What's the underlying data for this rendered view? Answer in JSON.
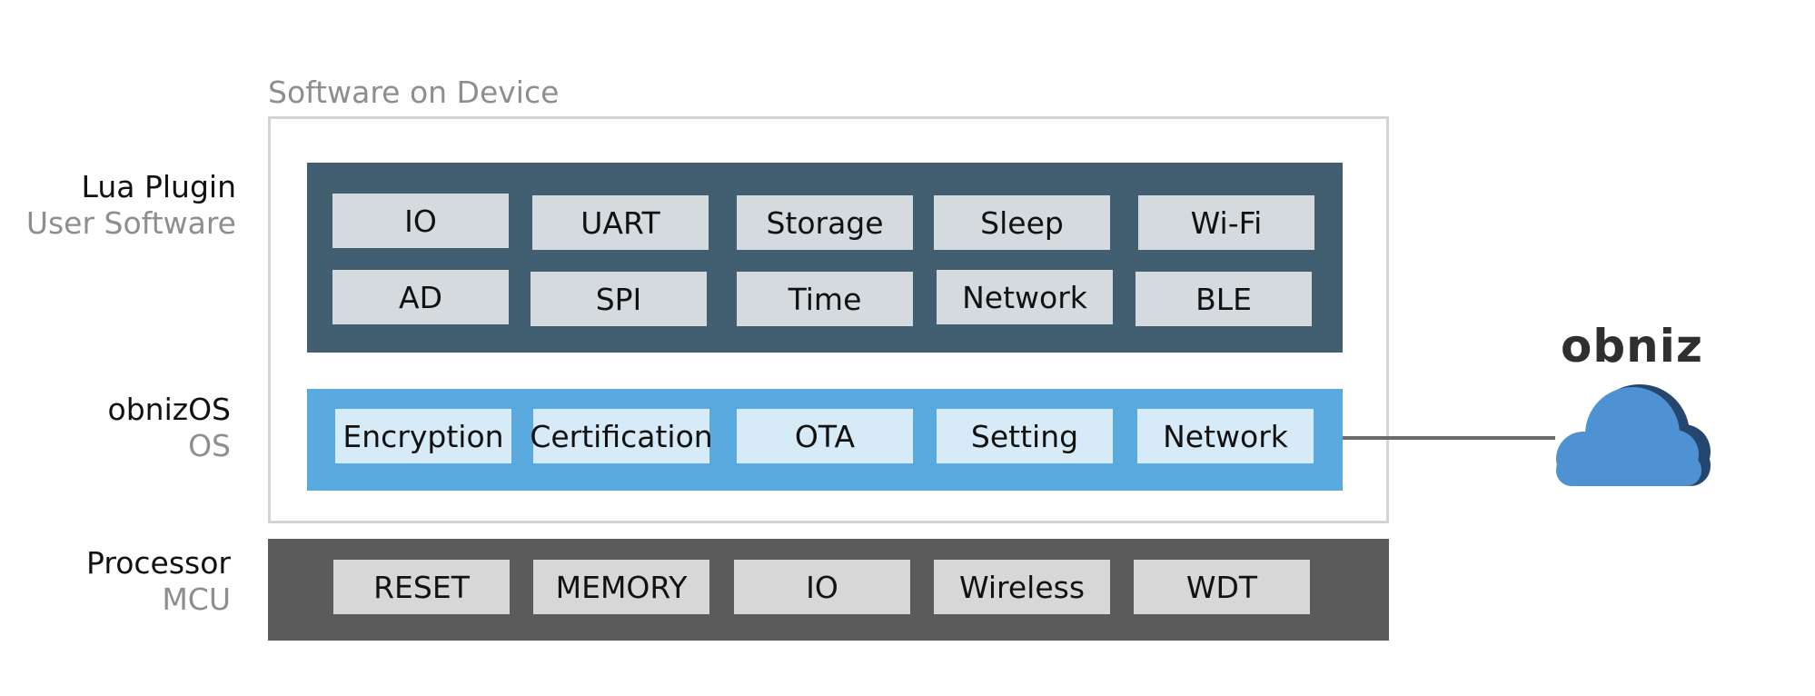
{
  "caption": "Software on Device",
  "layers": {
    "lua": {
      "name": "Lua Plugin",
      "sub": "User Software",
      "row1": [
        "IO",
        "UART",
        "Storage",
        "Sleep",
        "Wi-Fi"
      ],
      "row2": [
        "AD",
        "SPI",
        "Time",
        "Network",
        "BLE"
      ]
    },
    "os": {
      "name": "obnizOS",
      "sub": "OS",
      "items": [
        "Encryption",
        "Certification",
        "OTA",
        "Setting",
        "Network"
      ]
    },
    "mcu": {
      "name": "Processor",
      "sub": "MCU",
      "items": [
        "RESET",
        "MEMORY",
        "IO",
        "Wireless",
        "WDT"
      ]
    }
  },
  "cloud": {
    "brand": "obniz",
    "icon": "cloud-icon"
  },
  "colors": {
    "lua_panel": "#425f72",
    "os_panel": "#5aaae0",
    "mcu_panel": "#5b5b5b",
    "cloud": "#4e92d3",
    "cloud_shadow": "#25476e"
  }
}
